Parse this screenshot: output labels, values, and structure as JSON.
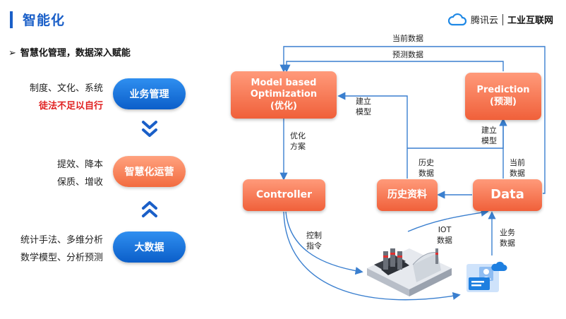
{
  "header": {
    "title": "智能化",
    "brand_name": "腾讯云",
    "brand_sub": "工业互联网"
  },
  "subtitle": "智慧化管理，数据深入赋能",
  "left": {
    "top": {
      "line1": "制度、文化、系统",
      "line2": "徒法不足以自行",
      "pill": "业务管理"
    },
    "middle": {
      "line1": "提效、降本",
      "line2": "保质、增收",
      "pill": "智慧化运营"
    },
    "bottom": {
      "line1": "统计手法、多维分析",
      "line2": "数学模型、分析预测",
      "pill": "大数据"
    }
  },
  "diagram": {
    "mbo": {
      "line1": "Model based",
      "line2": "Optimization",
      "line3": "(优化)"
    },
    "prediction": {
      "line1": "Prediction",
      "line2": "(预测)"
    },
    "controller": "Controller",
    "history": "历史资料",
    "data": "Data",
    "labels": {
      "current_data": "当前数据",
      "forecast_data": "预测数据",
      "build_model_1": "建立\n模型",
      "build_model_2": "建立\n模型",
      "optimize_plan": "优化\n方案",
      "history_data": "历史\n数据",
      "current_data_2": "当前\n数据",
      "control_cmd": "控制\n指令",
      "iot_data": "IOT\n数据",
      "business_data": "业务\n数据"
    }
  },
  "colors": {
    "accent_blue": "#1a5fc8",
    "orange": "#f26b3f",
    "arrow_blue": "#3a7fcf",
    "red": "#e02020"
  }
}
